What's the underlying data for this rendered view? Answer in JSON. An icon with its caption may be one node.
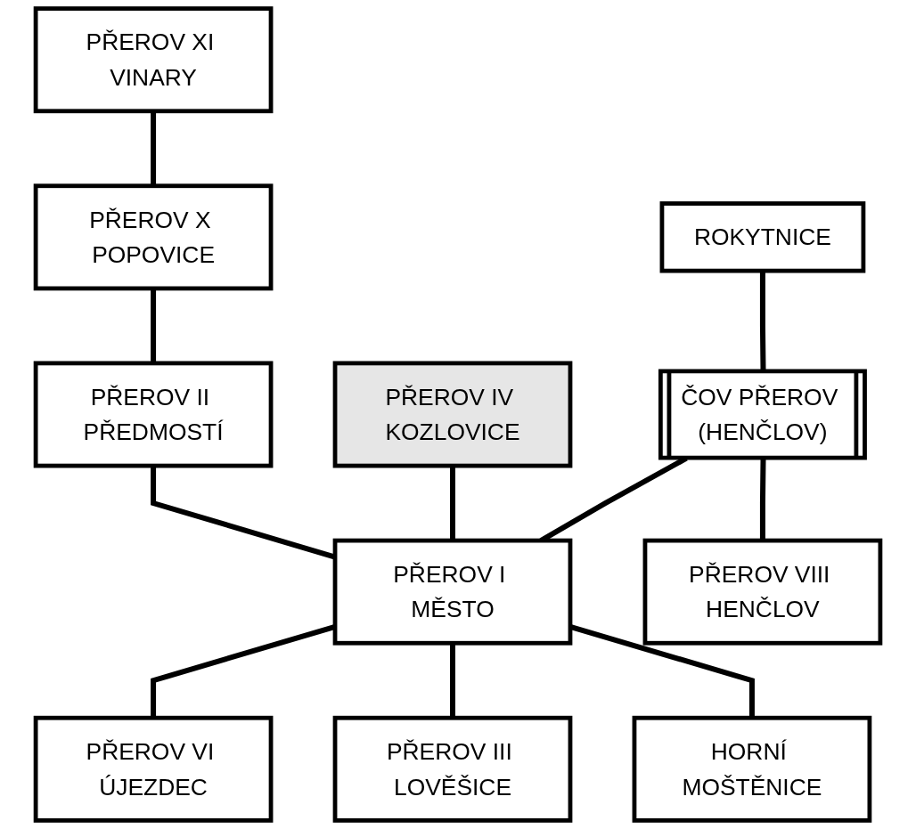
{
  "diagram": {
    "nodes": [
      {
        "text": [
          "PŘEROV XI VINARY"
        ]
      },
      {
        "text": [
          "PŘEROV X POPOVICE"
        ]
      },
      {
        "text": [
          "ROKYTNICE"
        ]
      },
      {
        "text": [
          "PŘEROV II PŘEDMOSTÍ"
        ]
      },
      {
        "text": [
          "PŘEROV IV KOZLOVICE"
        ]
      },
      {
        "text": [
          "ČOV PŘEROV (HENČLOV)"
        ]
      },
      {
        "text": [
          "PŘEROV I MĚSTO"
        ]
      },
      {
        "text": [
          "PŘEROV VIII HENČLOV"
        ]
      },
      {
        "text": [
          "PŘEROV III LOVĚŠICE"
        ]
      },
      {
        "text": [
          "PŘEROV VI ÚJEZDEC"
        ]
      },
      {
        "text": [
          "HORNÍ MOŠTĚNICE"
        ]
      }
    ],
    "edges": [
      {
        "from": 0,
        "to": 1,
        "arrow": "none"
      },
      {
        "from": 1,
        "to": 3,
        "arrow": "none"
      },
      {
        "from": 3,
        "to": 6,
        "arrow": "none"
      },
      {
        "from": 4,
        "to": 6,
        "arrow": "none"
      },
      {
        "from": 2,
        "to": 5,
        "arrow": "none"
      },
      {
        "from": 5,
        "to": 6,
        "arrow": "none"
      },
      {
        "from": 6,
        "to": 9,
        "arrow": "none"
      },
      {
        "from": 5,
        "to": 7,
        "arrow": "none"
      },
      {
        "from": 6,
        "to": 8,
        "arrow": "none"
      },
      {
        "from": 6,
        "to": 10,
        "arrow": "none"
      }
    ]
  }
}
